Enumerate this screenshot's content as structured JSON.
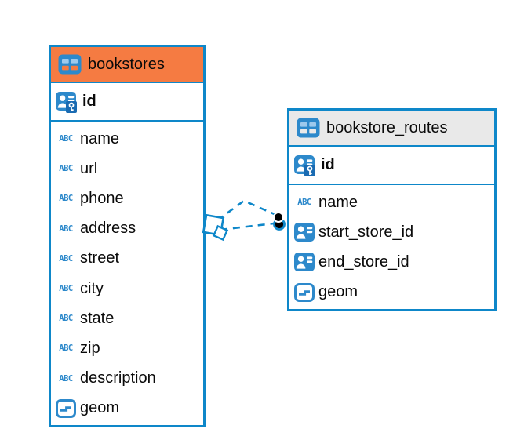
{
  "diagram": {
    "type": "entity-relationship-diagram",
    "accent_color": "#0e87c9",
    "icon_blue": "#2d89cb",
    "icon_glyphs": {
      "text": "ABC"
    },
    "tables": [
      {
        "title": "bookstores",
        "header_color": "#f57b42",
        "primary_key": {
          "name": "id",
          "icon": "primary-key-icon"
        },
        "fields": [
          {
            "name": "name",
            "type": "text"
          },
          {
            "name": "url",
            "type": "text"
          },
          {
            "name": "phone",
            "type": "text"
          },
          {
            "name": "address",
            "type": "text"
          },
          {
            "name": "street",
            "type": "text"
          },
          {
            "name": "city",
            "type": "text"
          },
          {
            "name": "state",
            "type": "text"
          },
          {
            "name": "zip",
            "type": "text"
          },
          {
            "name": "description",
            "type": "text"
          },
          {
            "name": "geom",
            "type": "geometry"
          }
        ]
      },
      {
        "title": "bookstore_routes",
        "header_color": "#e9e9e9",
        "primary_key": {
          "name": "id",
          "icon": "primary-key-icon"
        },
        "fields": [
          {
            "name": "name",
            "type": "text"
          },
          {
            "name": "start_store_id",
            "type": "reference"
          },
          {
            "name": "end_store_id",
            "type": "reference"
          },
          {
            "name": "geom",
            "type": "geometry"
          }
        ]
      }
    ],
    "relationship": {
      "from_table": "bookstores",
      "to_table": "bookstore_routes",
      "line_style": "dashed",
      "line_count": 2,
      "source_marker": "overlapping-squares",
      "target_marker": "filled-circles"
    }
  }
}
